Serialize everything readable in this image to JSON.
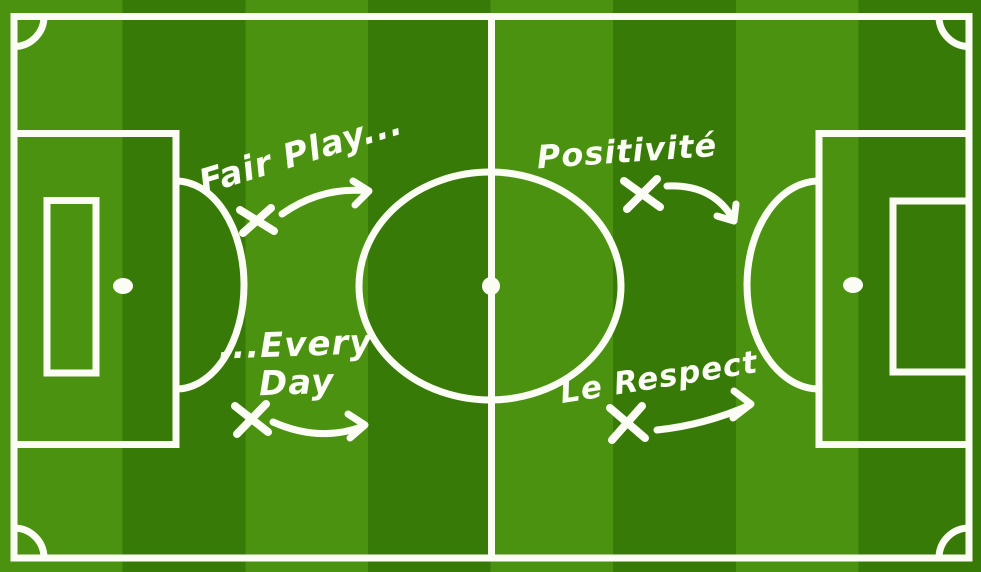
{
  "board": {
    "description": "Football pitch tactics-board diagram with motivational values written in marker style",
    "colors": {
      "stripe_light": "#4a9210",
      "stripe_dark": "#387a08",
      "line_white": "#fbfdf5"
    },
    "labels": {
      "fair_play": "Fair Play...",
      "positivite": "Positivité",
      "every_line1": "...Every",
      "every_line2": "Day",
      "le_respect": "Le Respect"
    },
    "markers": {
      "x_marker_count": 4,
      "arrow_count": 4,
      "style": "hand-drawn white marker"
    }
  }
}
